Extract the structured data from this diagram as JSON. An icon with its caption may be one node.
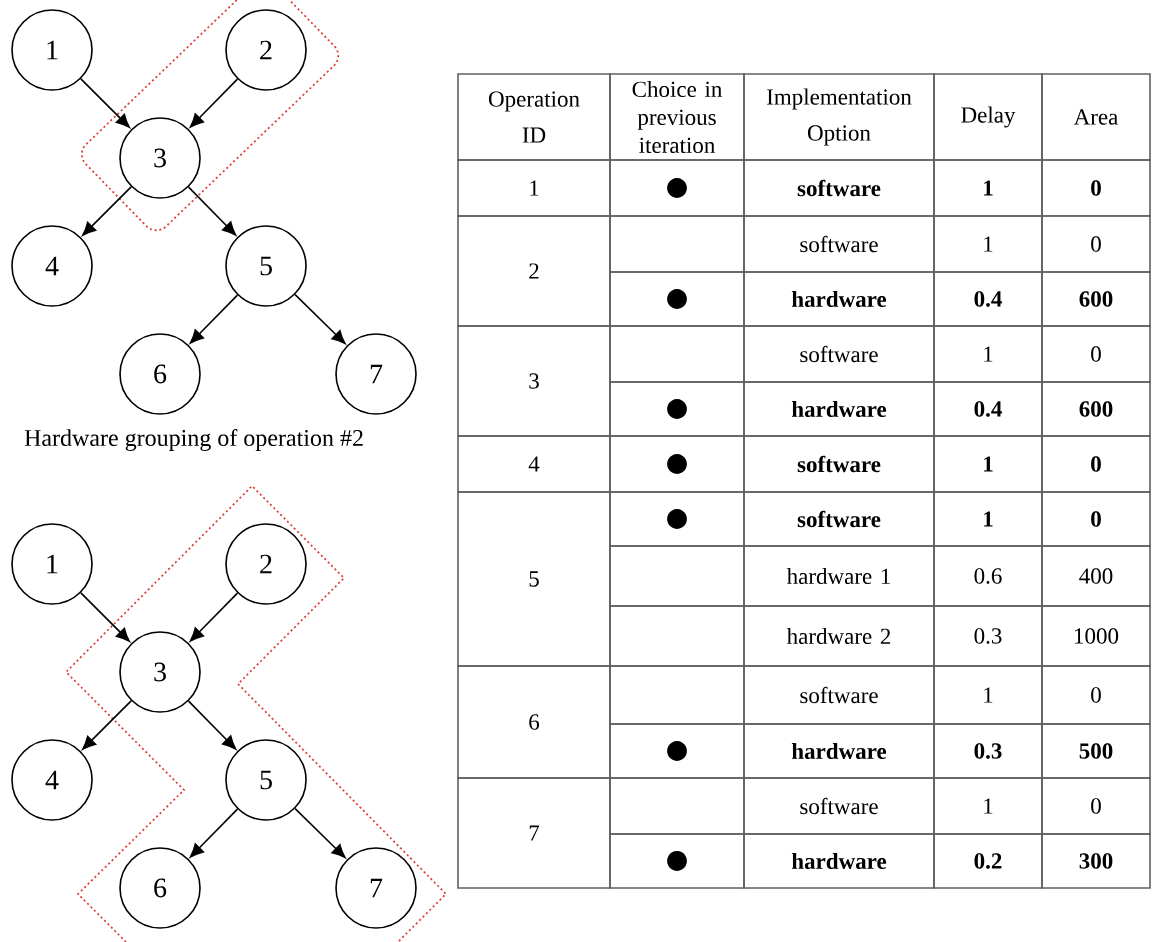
{
  "diagram": {
    "nodes": [
      {
        "text": [
          "1"
        ]
      },
      {
        "text": [
          "2"
        ]
      },
      {
        "text": [
          "3"
        ]
      },
      {
        "text": [
          "4"
        ]
      },
      {
        "text": [
          "5"
        ]
      },
      {
        "text": [
          "6"
        ]
      },
      {
        "text": [
          "7"
        ]
      },
      {
        "text": [
          "1"
        ]
      },
      {
        "text": [
          "2"
        ]
      },
      {
        "text": [
          "3"
        ]
      },
      {
        "text": [
          "4"
        ]
      },
      {
        "text": [
          "5"
        ]
      },
      {
        "text": [
          "6"
        ]
      },
      {
        "text": [
          "7"
        ]
      }
    ],
    "edges": [
      {
        "from": 0,
        "to": 2,
        "arrow": "to"
      },
      {
        "from": 1,
        "to": 2,
        "arrow": "to"
      },
      {
        "from": 2,
        "to": 3,
        "arrow": "to"
      },
      {
        "from": 2,
        "to": 4,
        "arrow": "to"
      },
      {
        "from": 4,
        "to": 5,
        "arrow": "to"
      },
      {
        "from": 4,
        "to": 6,
        "arrow": "to"
      },
      {
        "from": 7,
        "to": 9,
        "arrow": "to"
      },
      {
        "from": 8,
        "to": 9,
        "arrow": "to"
      },
      {
        "from": 9,
        "to": 10,
        "arrow": "to"
      },
      {
        "from": 9,
        "to": 11,
        "arrow": "to"
      },
      {
        "from": 11,
        "to": 12,
        "arrow": "to"
      },
      {
        "from": 11,
        "to": 13,
        "arrow": "to"
      }
    ],
    "labels": [
      "Hardware grouping of operation #2",
      "Operation ID",
      "Choice in previous iteration",
      "Implementation Option",
      "Delay",
      "Area",
      "1",
      "●",
      "software",
      "1",
      "0",
      "2",
      "software",
      "1",
      "0",
      "●",
      "hardware",
      "0.4",
      "600",
      "3",
      "software",
      "1",
      "0",
      "●",
      "hardware",
      "0.4",
      "600",
      "4",
      "●",
      "software",
      "1",
      "0",
      "5",
      "●",
      "software",
      "1",
      "0",
      "hardware 1",
      "0.6",
      "400",
      "hardware 2",
      "0.3",
      "1000",
      "6",
      "software",
      "1",
      "0",
      "●",
      "hardware",
      "0.3",
      "500",
      "7",
      "software",
      "1",
      "0",
      "●",
      "hardware",
      "0.2",
      "300"
    ]
  }
}
